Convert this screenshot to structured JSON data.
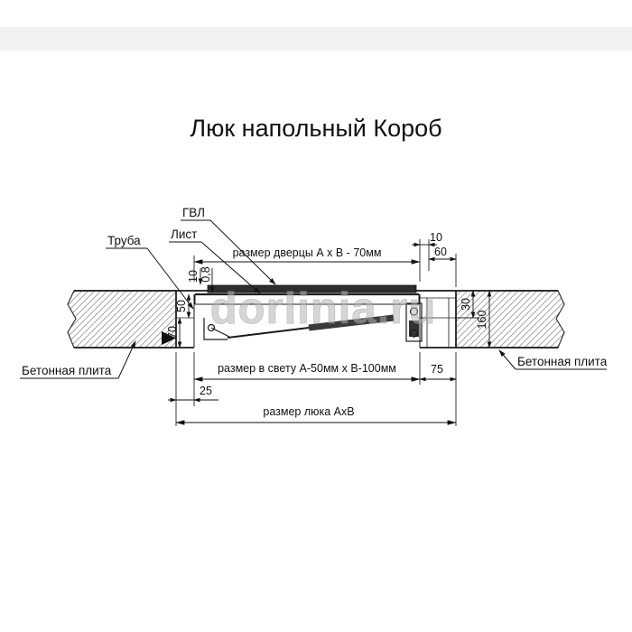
{
  "title": "Люк напольный Короб",
  "watermark": "dorlinia.ru",
  "callouts": {
    "gvl": "ГВЛ",
    "sheet": "Лист",
    "tube": "Труба",
    "concrete_left": "Бетонная плита",
    "concrete_right": "Бетонная плита"
  },
  "dimensions": {
    "door_size": "размер дверцы А х В - 70мм",
    "gap_top": "10",
    "rim_width": "60",
    "gvl_thickness": "10",
    "sheet_thickness": "0,8",
    "lid_depth": "50",
    "wall_lower_depth": "70",
    "rim_depth": "30",
    "frame_depth": "160",
    "clear_size": "размер в свету А-50мм х В-100мм",
    "rim_offset": "75",
    "wall_offset": "25",
    "hatch_size": "размер люка АхВ"
  },
  "colors": {
    "band": "#f2f2f2",
    "panel": "#2d2d2d",
    "watermark": "#b5b5b5",
    "line": "#1a1a1a"
  }
}
